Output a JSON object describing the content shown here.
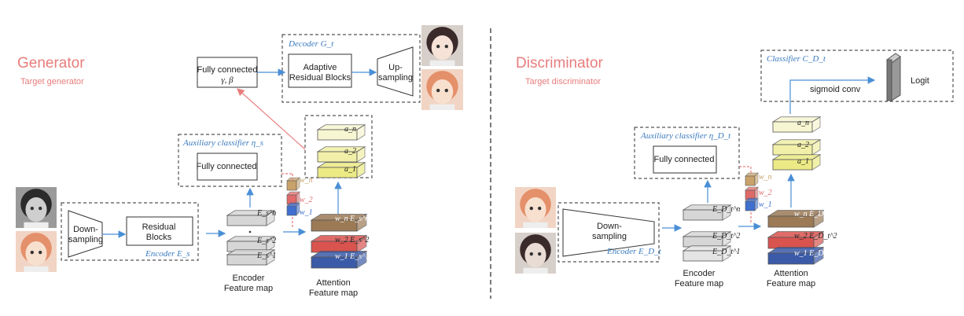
{
  "generator": {
    "title": "Generator",
    "subtitle": "Target generator",
    "decoder_label": "Decoder G_t",
    "fc_gamma_beta": [
      "Fully connected",
      "γ, β"
    ],
    "adaptive_blocks": [
      "Adaptive",
      "Residual Blocks"
    ],
    "upsampling": [
      "Up-",
      "sampling"
    ],
    "aux_label": "Auxiliary classifier η_s",
    "aux_fc": "Fully connected",
    "downsampling": [
      "Down-",
      "sampling"
    ],
    "residual_blocks": [
      "Residual",
      "Blocks"
    ],
    "encoder_label": "Encoder E_s",
    "encoder_map": [
      "Encoder",
      "Feature map"
    ],
    "attention_map": [
      "Attention",
      "Feature map"
    ],
    "features": [
      "E_s^n",
      "E_s^2",
      "E_s^1"
    ],
    "attention_feats": [
      "w_n E_s^n",
      "w_2 E_s^2",
      "w_1 E_s^1"
    ],
    "weights": [
      "w_n",
      "w_2",
      "w_1"
    ],
    "attn": [
      "a_n",
      "a_2",
      "a_1"
    ]
  },
  "discriminator": {
    "title": "Discriminator",
    "subtitle": "Target discriminator",
    "classifier_label": "Classifier C_D_t",
    "sigmoid_conv": "sigmoid conv",
    "logit": "Logit",
    "aux_label": "Auxiliary classifier η_D_t",
    "aux_fc": "Fully connected",
    "downsampling": [
      "Down-",
      "sampling"
    ],
    "encoder_label": "Encoder E_D_t",
    "encoder_map": [
      "Encoder",
      "Feature map"
    ],
    "attention_map": [
      "Attention",
      "Feature map"
    ],
    "features": [
      "E_D_t^n",
      "E_D_t^2",
      "E_D_t^1"
    ],
    "attention_feats": [
      "w_n E_D_t^n",
      "w_2 E_D_t^2",
      "w_1 E_D_t^1"
    ],
    "weights": [
      "w_n",
      "w_2",
      "w_1"
    ],
    "attn": [
      "a_n",
      "a_2",
      "a_1"
    ]
  },
  "colors": {
    "title": "#e87c7c",
    "blue": "#3b7bbf",
    "arrow": "#4a8fd6",
    "red_arrow": "#e87c7c",
    "plate_gray": "#d6d6d6",
    "plate_yellow": "#f2f0a8",
    "plate_brown": "#9b7a55",
    "plate_red": "#d9534f",
    "plate_blue": "#3b5ba8",
    "cube_tan": "#c8a26a",
    "cube_red": "#e06a6a",
    "cube_blue": "#3f6fcf"
  }
}
